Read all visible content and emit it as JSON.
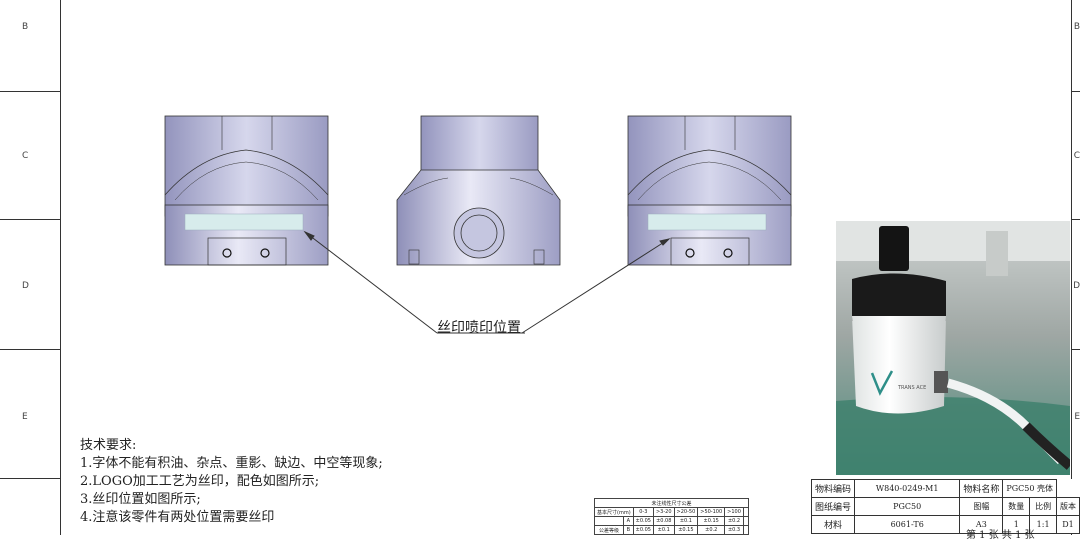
{
  "border": {
    "zones_left": [
      "B",
      "C",
      "D",
      "E"
    ],
    "zones_right": [
      "B",
      "C",
      "D",
      "E"
    ]
  },
  "callout": {
    "label": "丝印喷印位置"
  },
  "notes": {
    "heading": "技术要求:",
    "items": [
      "1.字体不能有积油、杂点、重影、缺边、中空等现象;",
      "2.LOGO加工工艺为丝印，配色如图所示;",
      "3.丝印位置如图所示;",
      "4.注意该零件有两处位置需要丝印"
    ]
  },
  "tolerance_table": {
    "title": "未注线性尺寸公差",
    "header": [
      "基本尺寸(mm)",
      "0-3",
      ">3-20",
      ">20-50",
      ">50-100",
      ">100"
    ],
    "rows": [
      [
        "",
        "A",
        "±0.05",
        "±0.08",
        "±0.1",
        "±0.15",
        "±0.2"
      ],
      [
        "公差等级",
        "B",
        "±0.05",
        "±0.1",
        "±0.15",
        "±0.2",
        "±0.3"
      ]
    ]
  },
  "title_block": {
    "material_code_label": "物料编码",
    "material_code": "W840-0249-M1",
    "material_name_label": "物料名称",
    "material_name": "PGC50 壳体",
    "drawing_no_label": "图纸编号",
    "drawing_no": "PGC50",
    "size_label": "图幅",
    "qty_label": "数量",
    "scale_label": "比例",
    "version_label": "版本",
    "material_label": "材料",
    "material": "6061-T6",
    "size": "A3",
    "qty": "1",
    "scale": "1:1",
    "version": "D1",
    "sheet_text": "第 1 张   共 1 张"
  },
  "photo": {
    "logo_text": "TRANS ACE"
  }
}
